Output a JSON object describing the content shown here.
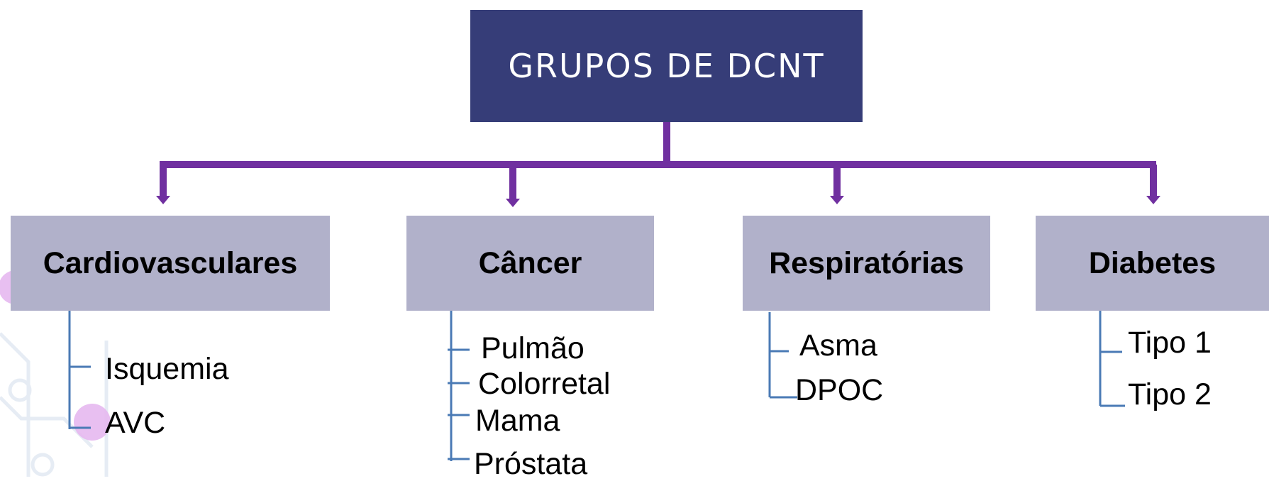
{
  "root": {
    "label": "GRUPOS DE DCNT"
  },
  "groups": [
    {
      "label": "Cardiovasculares",
      "items": [
        "Isquemia",
        "AVC"
      ]
    },
    {
      "label": "Câncer",
      "items": [
        "Pulmão",
        "Colorretal",
        "Mama",
        "Próstata"
      ]
    },
    {
      "label": "Respiratórias",
      "items": [
        "Asma",
        "DPOC"
      ]
    },
    {
      "label": "Diabetes",
      "items": [
        "Tipo 1",
        "Tipo 2"
      ]
    }
  ],
  "colors": {
    "root_fill": "#363d78",
    "category_fill": "#b1b1ca",
    "connector": "#7030a0",
    "bracket": "#4a7ab5"
  }
}
